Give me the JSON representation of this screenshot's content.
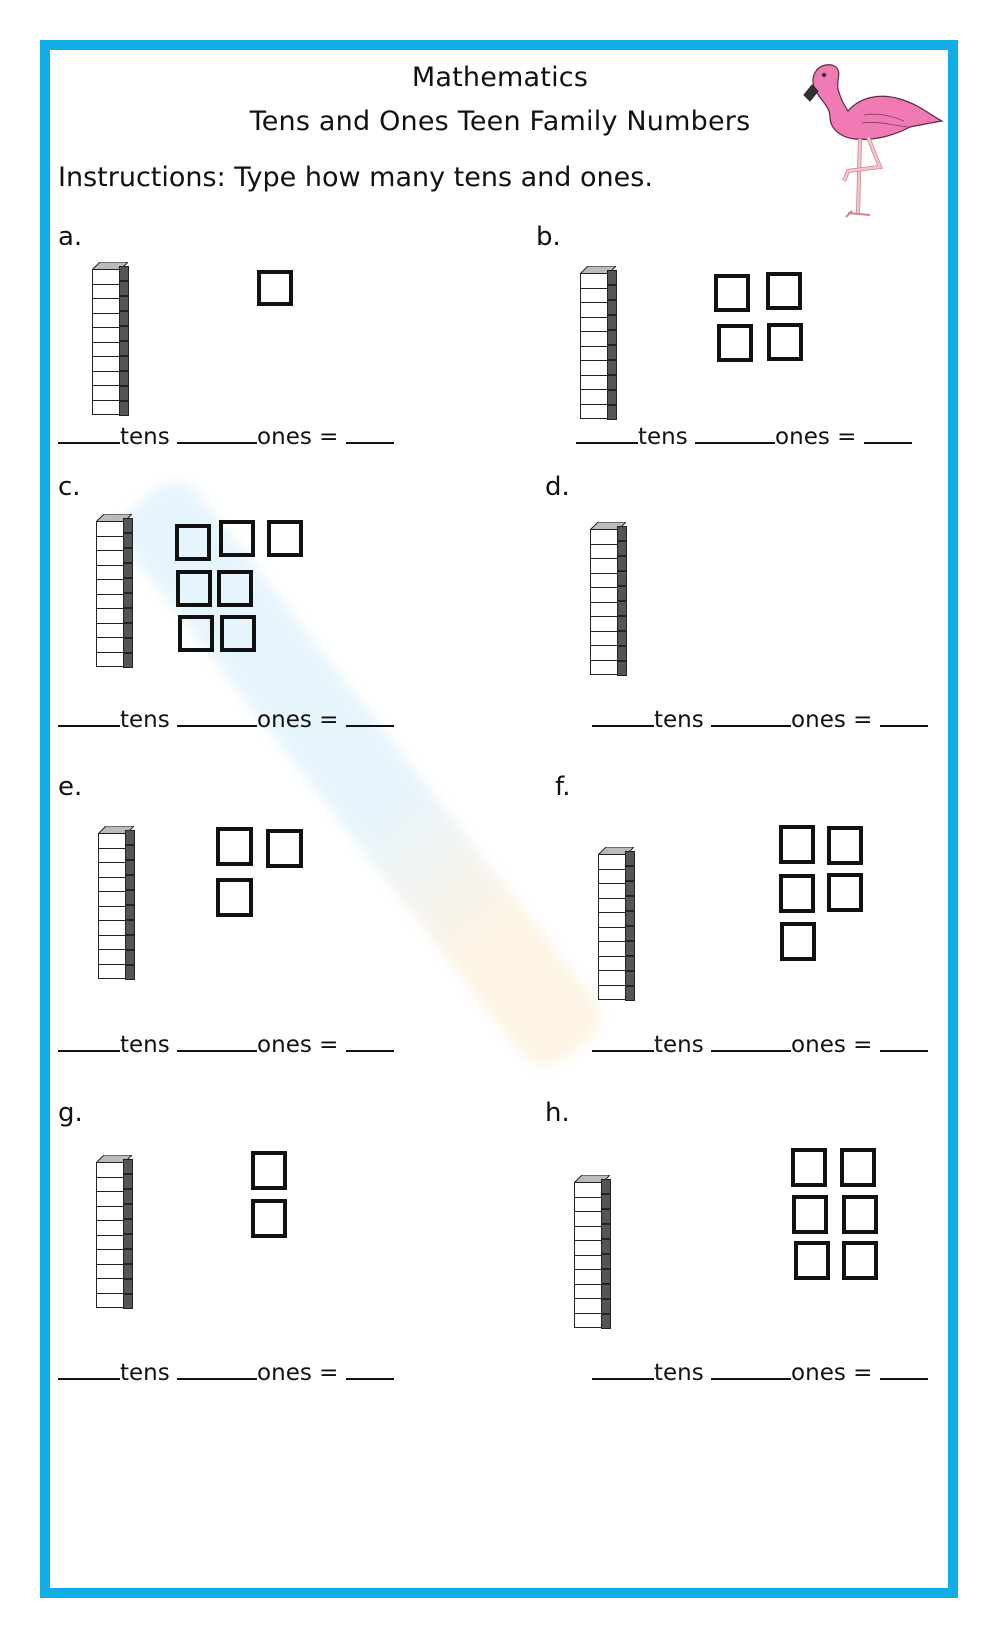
{
  "header": {
    "subject": "Mathematics",
    "title": "Tens and Ones Teen Family Numbers",
    "instructions": "Instructions: Type how many tens and ones."
  },
  "colors": {
    "border": "#12ace6",
    "flamingo_body": "#f07ab4",
    "flamingo_legs": "#f6c6cf",
    "ink": "#111111"
  },
  "decoration": {
    "image": "flamingo"
  },
  "answer_template": {
    "tens_label": "tens",
    "ones_label": "ones =",
    "tens_blank": "",
    "ones_blank": "",
    "total_blank": ""
  },
  "problems": [
    {
      "label": "a.",
      "tens_rods": 1,
      "ones_blocks": 1
    },
    {
      "label": "b.",
      "tens_rods": 1,
      "ones_blocks": 4
    },
    {
      "label": "c.",
      "tens_rods": 1,
      "ones_blocks": 7
    },
    {
      "label": "d.",
      "tens_rods": 1,
      "ones_blocks": 0
    },
    {
      "label": "e.",
      "tens_rods": 1,
      "ones_blocks": 3
    },
    {
      "label": "f.",
      "tens_rods": 1,
      "ones_blocks": 5
    },
    {
      "label": "g.",
      "tens_rods": 1,
      "ones_blocks": 2
    },
    {
      "label": "h.",
      "tens_rods": 1,
      "ones_blocks": 6
    }
  ]
}
